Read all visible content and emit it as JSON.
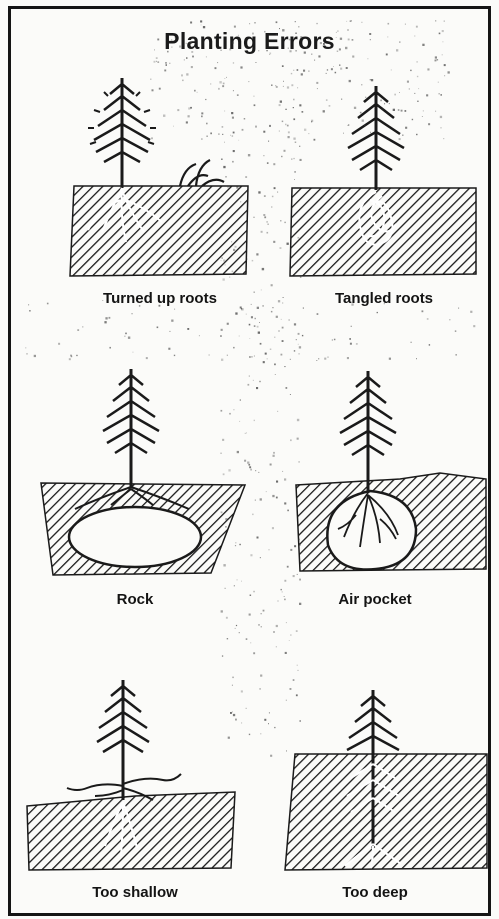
{
  "title": "Planting Errors",
  "panels": [
    {
      "id": "turned-up-roots",
      "caption": "Turned up roots"
    },
    {
      "id": "tangled-roots",
      "caption": "Tangled roots"
    },
    {
      "id": "rock",
      "caption": "Rock"
    },
    {
      "id": "air-pocket",
      "caption": "Air pocket"
    },
    {
      "id": "too-shallow",
      "caption": "Too shallow"
    },
    {
      "id": "too-deep",
      "caption": "Too deep"
    }
  ],
  "colors": {
    "ink": "#1a1a1a",
    "paper": "#fbfbf9"
  }
}
